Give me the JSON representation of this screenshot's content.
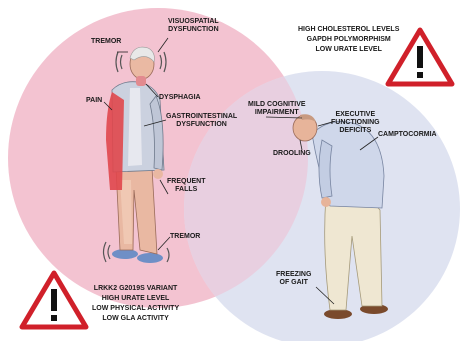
{
  "left_group": {
    "symptoms": {
      "tremor_head": "TREMOR",
      "visuospatial": "VISUOSPATIAL\nDYSFUNCTION",
      "dysphagia": "DYSPHAGIA",
      "pain": "PAIN",
      "gastrointestinal": "GASTROINTESTINAL\nDYSFUNCTION",
      "frequent_falls": "FREQUENT\nFALLS",
      "tremor_feet": "TREMOR"
    },
    "risk_factors": [
      "LRKK2 G2019S VARIANT",
      "HIGH URATE LEVEL",
      "LOW PHYSICAL ACTIVITY",
      "LOW GLA ACTIVITY"
    ]
  },
  "right_group": {
    "symptoms": {
      "mild_cognitive": "MILD COGNITIVE\nIMPAIRMENT",
      "executive": "EXECUTIVE\nFUNCTIONING\nDEFICITS",
      "drooling": "DROOLING",
      "camptocormia": "CAMPTOCORMIA",
      "freezing": "FREEZING\nOF GAIT"
    },
    "risk_factors": [
      "HIGH CHOLESTEROL LEVELS",
      "GAPDH POLYMORPHISM",
      "LOW URATE LEVEL"
    ]
  },
  "colors": {
    "left_circle": "#f3c3d1",
    "right_circle": "#dfe3f1",
    "overlap": "#e7cde0",
    "warning_red": "#d0202a",
    "warning_fill": "#ffffff",
    "painful_red": "#e0474c"
  },
  "icons": [
    "warning-triangle-icon",
    "warning-triangle-icon"
  ]
}
